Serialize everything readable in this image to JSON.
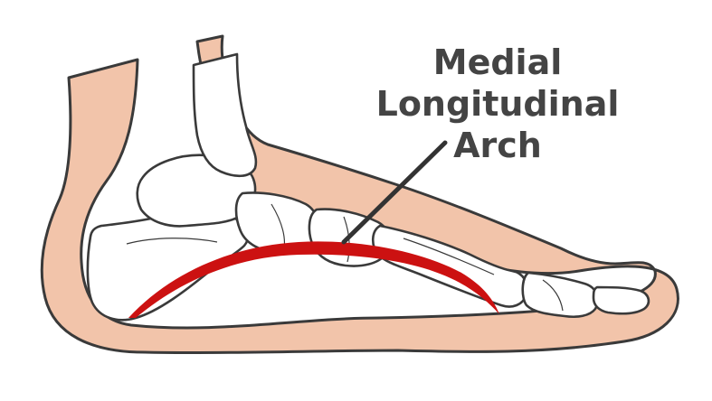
{
  "label": {
    "line1": "Medial",
    "line2": "Longitudinal",
    "line3": "Arch"
  },
  "colors": {
    "skin": "#F2C4AA",
    "bone": "#FFFFFF",
    "outline": "#3A3A3A",
    "arch": "#CC1111",
    "pointer": "#333333",
    "label_text": "#444444"
  }
}
